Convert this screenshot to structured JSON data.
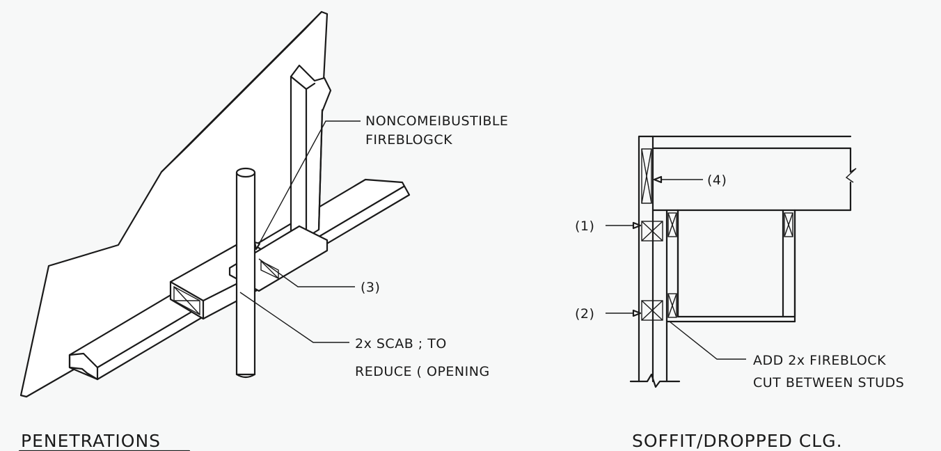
{
  "left_detail": {
    "title": "PENETRATIONS",
    "callouts": [
      {
        "line1": "NONCOMEIBUSTIBLE",
        "line2": "FIREBLOGCK"
      },
      {
        "line1": "(3)"
      },
      {
        "line1": "2x SCAB ; TO",
        "line2": "REDUCE ( OPENING"
      }
    ]
  },
  "right_detail": {
    "title": "SOFFIT/DROPPED CLG.",
    "callouts": [
      {
        "line1": "(4)"
      },
      {
        "line1": "(1)"
      },
      {
        "line1": "(2)"
      },
      {
        "line1": "ADD 2x FIREBLOCK",
        "line2": "CUT BETWEEN STUDS"
      }
    ]
  }
}
